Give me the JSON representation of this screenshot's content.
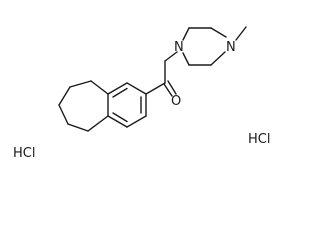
{
  "molecule": {
    "atoms": {
      "oxygen": "O",
      "piperazine_nitrogen_left": "N",
      "piperazine_nitrogen_right": "N"
    },
    "salts": [
      "HCl",
      "HCl"
    ]
  }
}
